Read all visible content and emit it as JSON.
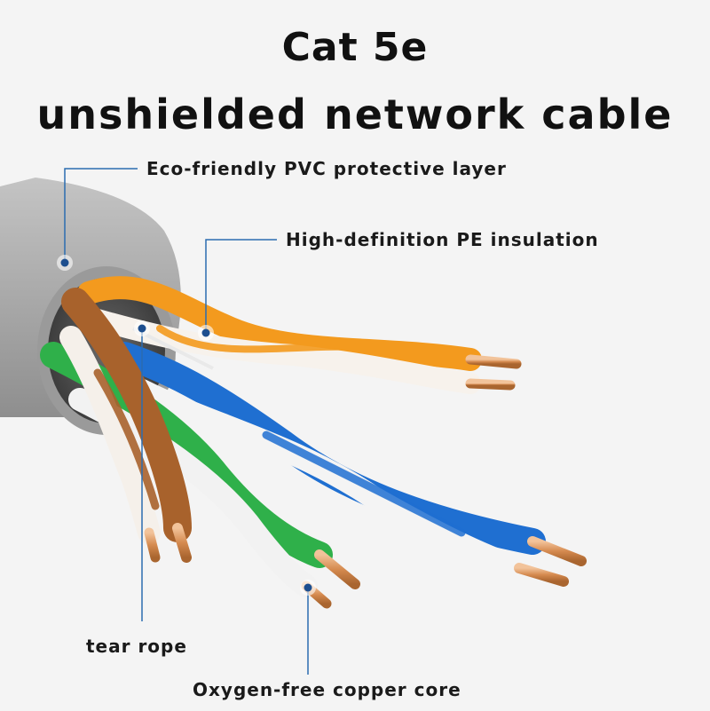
{
  "title": {
    "line1": "Cat 5e",
    "line2": "unshielded network cable"
  },
  "callouts": {
    "jacket": "Eco-friendly PVC protective layer",
    "insulation": "High-definition PE insulation",
    "tear_rope": "tear rope",
    "conductor": "Oxygen-free copper core"
  },
  "colors": {
    "background": "#f4f4f4",
    "jacket": "#a8a8a8",
    "callout_line": "#2b6cb0",
    "orange_pair": "#f39a1e",
    "blue_pair": "#1f6fd1",
    "green_pair": "#2fb04a",
    "brown_pair": "#a8622c",
    "copper": "#d9915a"
  }
}
